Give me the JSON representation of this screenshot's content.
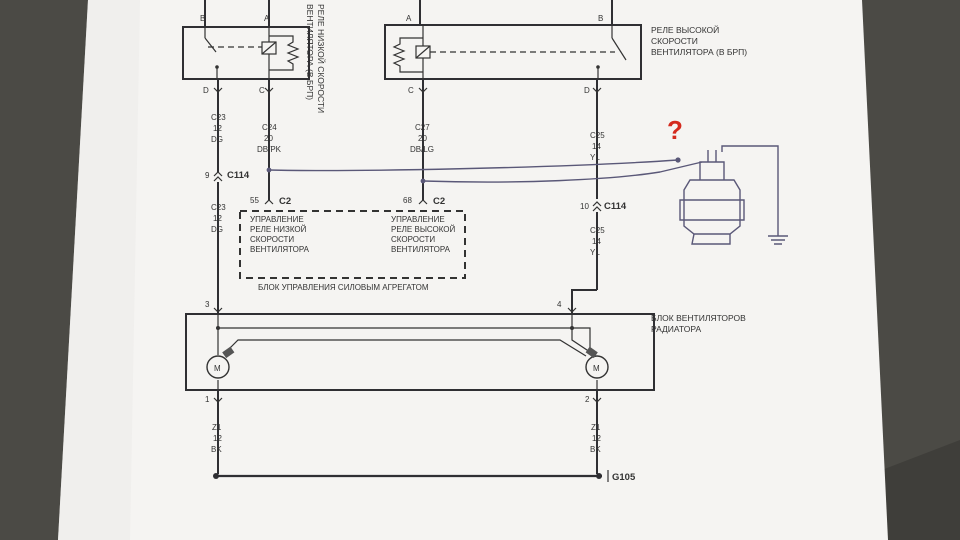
{
  "relay_low": {
    "pin_b": "B",
    "pin_a": "A",
    "pin_d": "D",
    "pin_c": "C",
    "label": [
      "РЕЛЕ НИЗКОЙ СКОРОСТИ",
      "ВЕНТИЛЯТОРА (В БРП)"
    ]
  },
  "relay_high": {
    "pin_a": "A",
    "pin_b": "B",
    "pin_c": "C",
    "pin_d": "D",
    "label": [
      "РЕЛЕ ВЫСОКОЙ",
      "СКОРОСТИ",
      "ВЕНТИЛЯТОРА (В БРП)"
    ]
  },
  "wires": {
    "c23_upper": [
      "C23",
      "12",
      "DG"
    ],
    "c24": [
      "C24",
      "20",
      "DB/PK"
    ],
    "c27": [
      "C27",
      "20",
      "DB/LG"
    ],
    "c25_upper": [
      "C25",
      "14",
      "YL"
    ],
    "c23_lower": [
      "C23",
      "12",
      "DG"
    ],
    "c25_lower": [
      "C25",
      "14",
      "YL"
    ],
    "z1_left": [
      "Z1",
      "12",
      "BK"
    ],
    "z1_right": [
      "Z1",
      "12",
      "BK"
    ]
  },
  "connectors": {
    "c114_left_pin": "9",
    "c114_left": "C114",
    "c114_right_pin": "10",
    "c114_right": "C114",
    "c2_low_pin": "55",
    "c2_low": "C2",
    "c2_high_pin": "68",
    "c2_high": "C2"
  },
  "pcm": {
    "low_control": [
      "УПРАВЛЕНИЕ",
      "РЕЛЕ НИЗКОЙ",
      "СКОРОСТИ",
      "ВЕНТИЛЯТОРА"
    ],
    "high_control": [
      "УПРАВЛЕНИЕ",
      "РЕЛЕ ВЫСОКОЙ",
      "СКОРОСТИ",
      "ВЕНТИЛЯТОРА"
    ],
    "title": "БЛОК УПРАВЛЕНИЯ СИЛОВЫМ АГРЕГАТОМ"
  },
  "fan_block": {
    "label": [
      "БЛОК ВЕНТИЛЯТОРОВ",
      "РАДИАТОРА"
    ],
    "pin_left_top": "3",
    "pin_right_top": "4",
    "pin_left_bottom": "1",
    "pin_right_bottom": "2",
    "motor_left": "M",
    "motor_right": "M"
  },
  "ground": {
    "label": "G105"
  },
  "annotation": {
    "question": "?"
  },
  "colors": {
    "question_mark": "#d42a1e",
    "handwritten": "#5a5878"
  }
}
